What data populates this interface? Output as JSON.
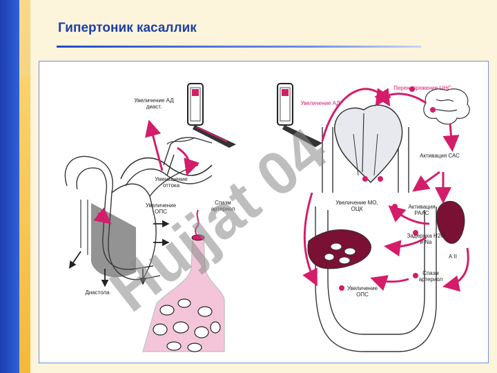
{
  "title": "Гипертоник касаллик",
  "colors": {
    "accent": "#1d3fa8",
    "pink": "#d41d6a",
    "watermark": "#8a8a8a"
  },
  "left_panel": {
    "increase_ad_diast": "Увеличение АД диаст.",
    "decrease_outflow": "Уменьшение оттока",
    "increase_ops": "Увеличение ОПС",
    "arteriole_spasm": "Спазм артериол",
    "diastole": "Диастола"
  },
  "right_panel": {
    "increase_ad": "Увеличение АД",
    "cns_overload": "Перенапряжение ЦНС",
    "sas_activation": "Активация САС",
    "increase_mo": "Увеличение МО, ОЦК",
    "raas_activation": "Активация РААС",
    "retention": "Задержка Н2О и Na",
    "a2": "А II",
    "arteriole_spasm": "Спазм артериол",
    "increase_ops": "Увеличение ОПС"
  },
  "watermark_text": "Hujjat 04"
}
